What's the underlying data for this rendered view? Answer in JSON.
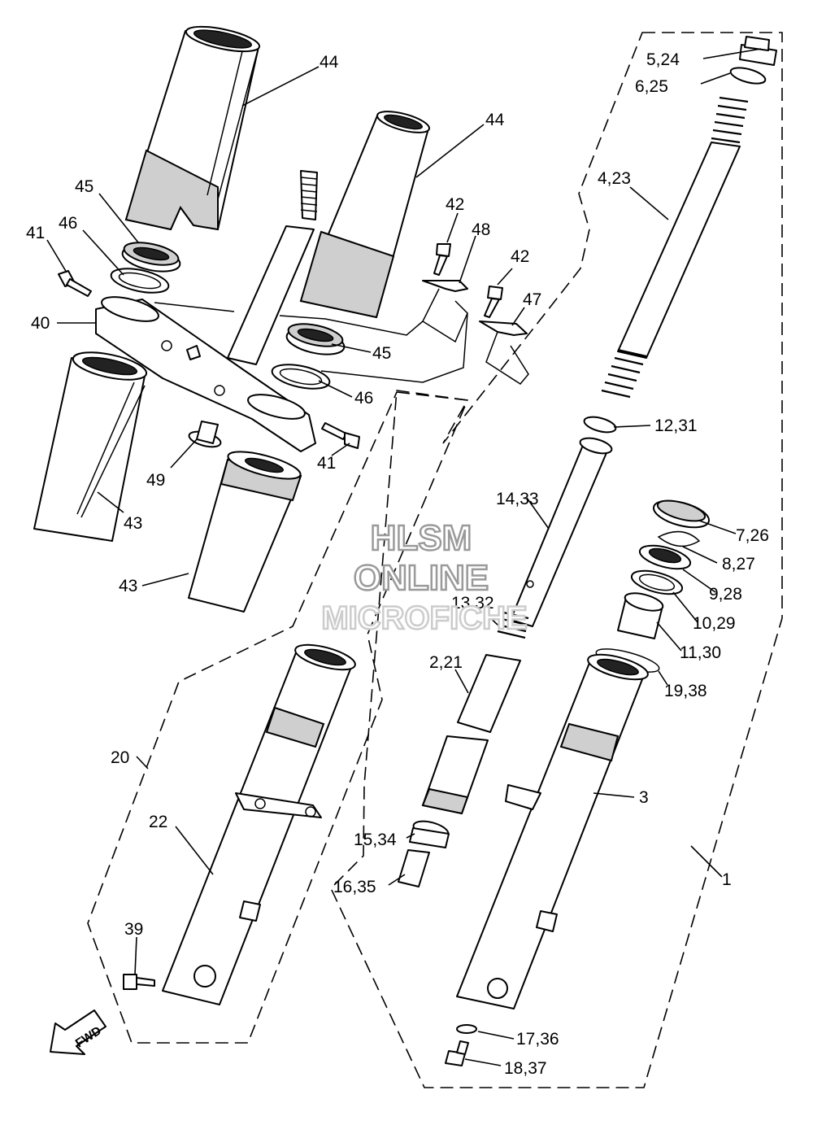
{
  "watermark": {
    "line1": "HLSM",
    "line2": "ONLINE",
    "line3": "MICROFICHE"
  },
  "fwd_arrow": {
    "text": "FWD"
  },
  "callouts": {
    "c44a": "44",
    "c44b": "44",
    "c45a": "45",
    "c45b": "45",
    "c46a": "46",
    "c46b": "46",
    "c41a": "41",
    "c41b": "41",
    "c40": "40",
    "c43a": "43",
    "c43b": "43",
    "c49": "49",
    "c42a": "42",
    "c42b": "42",
    "c48": "48",
    "c47": "47",
    "c5_24": "5,24",
    "c6_25": "6,25",
    "c4_23": "4,23",
    "c12_31": "12,31",
    "c14_33": "14,33",
    "c7_26": "7,26",
    "c8_27": "8,27",
    "c9_28": "9,28",
    "c10_29": "10,29",
    "c11_30": "11,30",
    "c13_32": "13,32",
    "c2_21": "2,21",
    "c19_38": "19,38",
    "c20": "20",
    "c3": "3",
    "c22": "22",
    "c15_34": "15,34",
    "c16_35": "16,35",
    "c1": "1",
    "c39": "39",
    "c17_36": "17,36",
    "c18_37": "18,37"
  }
}
